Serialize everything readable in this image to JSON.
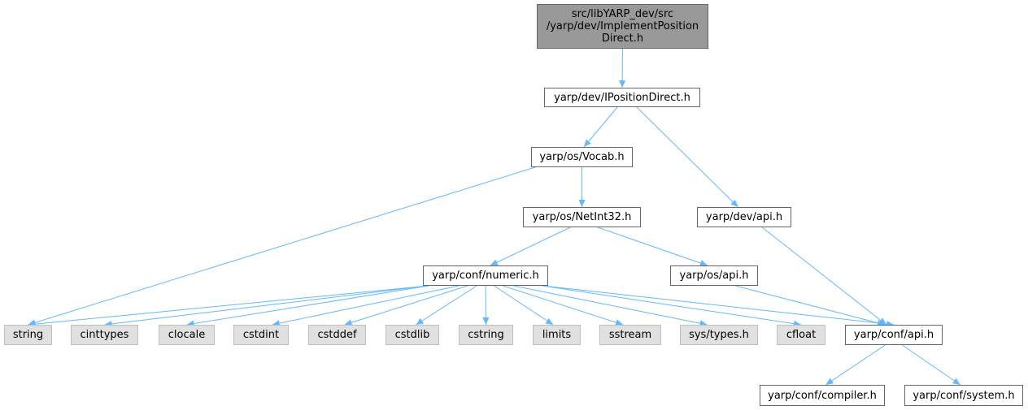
{
  "colors": {
    "edge": "#63b8ff",
    "node_border": "#666666",
    "system_node_fill": "#e0e0e0",
    "root_node_fill": "#999999"
  },
  "nodes": {
    "root": "src/libYARP_dev/src\n/yarp/dev/ImplementPosition\nDirect.h",
    "iposition_direct": "yarp/dev/IPositionDirect.h",
    "os_vocab": "yarp/os/Vocab.h",
    "dev_api": "yarp/dev/api.h",
    "os_netint32": "yarp/os/NetInt32.h",
    "conf_numeric": "yarp/conf/numeric.h",
    "os_api": "yarp/os/api.h",
    "string": "string",
    "cinttypes": "cinttypes",
    "clocale": "clocale",
    "cstdint": "cstdint",
    "cstddef": "cstddef",
    "cstdlib": "cstdlib",
    "cstring": "cstring",
    "limits": "limits",
    "sstream": "sstream",
    "sys_types": "sys/types.h",
    "cfloat": "cfloat",
    "conf_api": "yarp/conf/api.h",
    "conf_compiler": "yarp/conf/compiler.h",
    "conf_system": "yarp/conf/system.h"
  },
  "edges": [
    [
      "root",
      "iposition_direct"
    ],
    [
      "iposition_direct",
      "os_vocab"
    ],
    [
      "iposition_direct",
      "dev_api"
    ],
    [
      "os_vocab",
      "string"
    ],
    [
      "os_vocab",
      "os_netint32"
    ],
    [
      "os_netint32",
      "conf_numeric"
    ],
    [
      "os_netint32",
      "os_api"
    ],
    [
      "dev_api",
      "conf_api"
    ],
    [
      "os_api",
      "conf_api"
    ],
    [
      "conf_numeric",
      "string"
    ],
    [
      "conf_numeric",
      "cinttypes"
    ],
    [
      "conf_numeric",
      "clocale"
    ],
    [
      "conf_numeric",
      "cstdint"
    ],
    [
      "conf_numeric",
      "cstddef"
    ],
    [
      "conf_numeric",
      "cstdlib"
    ],
    [
      "conf_numeric",
      "cstring"
    ],
    [
      "conf_numeric",
      "limits"
    ],
    [
      "conf_numeric",
      "sstream"
    ],
    [
      "conf_numeric",
      "sys_types"
    ],
    [
      "conf_numeric",
      "cfloat"
    ],
    [
      "conf_numeric",
      "conf_api"
    ],
    [
      "conf_api",
      "conf_compiler"
    ],
    [
      "conf_api",
      "conf_system"
    ]
  ]
}
